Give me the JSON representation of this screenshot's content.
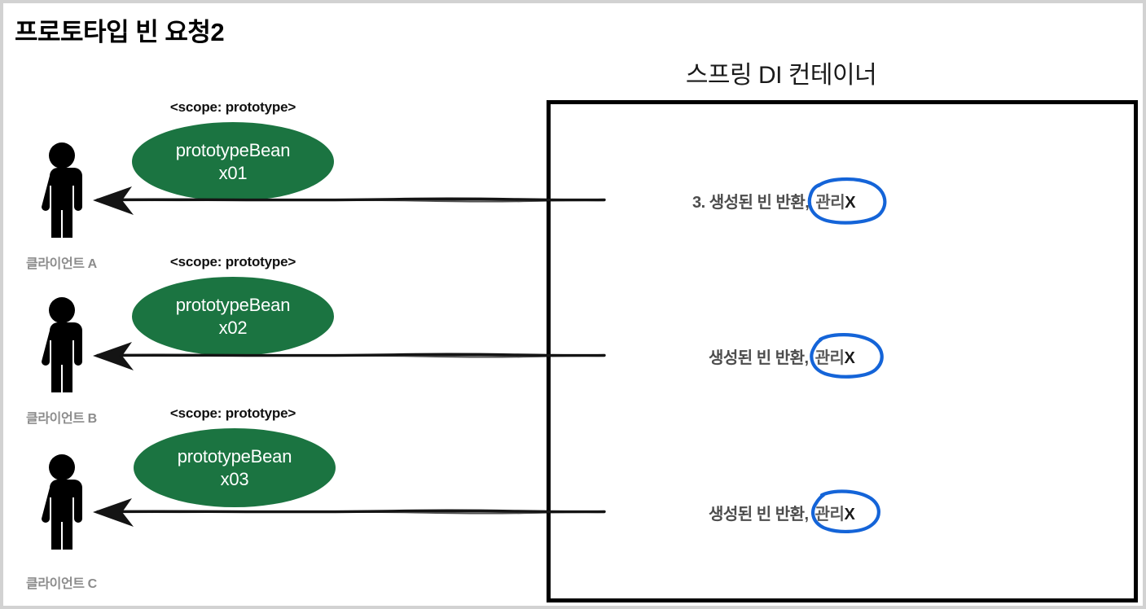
{
  "slide": {
    "title": "프로토타입 빈 요청2",
    "background": "#ffffff",
    "frame_border_color": "#d2d2d2"
  },
  "container": {
    "title": "스프링 DI 컨테이너",
    "border_color": "#000000"
  },
  "colors": {
    "bean_green": "#1b7441",
    "annotation_blue": "#1464d8",
    "label_gray": "#4d4d4d",
    "client_label_gray": "#8c8c8c",
    "person_black": "#000000"
  },
  "clients": [
    {
      "id": "a",
      "label": "클라이언트 A",
      "icon": "person-icon"
    },
    {
      "id": "b",
      "label": "클라이언트 B",
      "icon": "person-icon"
    },
    {
      "id": "c",
      "label": "클라이언트 C",
      "icon": "person-icon"
    }
  ],
  "beans": [
    {
      "scope": "<scope: prototype>",
      "name": "prototypeBean",
      "instance": "x01"
    },
    {
      "scope": "<scope: prototype>",
      "name": "prototypeBean",
      "instance": "x02"
    },
    {
      "scope": "<scope: prototype>",
      "name": "prototypeBean",
      "instance": "x03"
    }
  ],
  "arrows": [
    {
      "direction": "left",
      "number": "3. ",
      "text": "생성된 빈 반환, ",
      "highlight_kr": "관리",
      "highlight_x": "X",
      "annotated": true
    },
    {
      "direction": "left",
      "number": "",
      "text": "생성된 빈 반환, ",
      "highlight_kr": "관리",
      "highlight_x": "X",
      "annotated": true
    },
    {
      "direction": "left",
      "number": "",
      "text": "생성된 빈 반환, ",
      "highlight_kr": "관리",
      "highlight_x": "X",
      "annotated": true
    }
  ]
}
